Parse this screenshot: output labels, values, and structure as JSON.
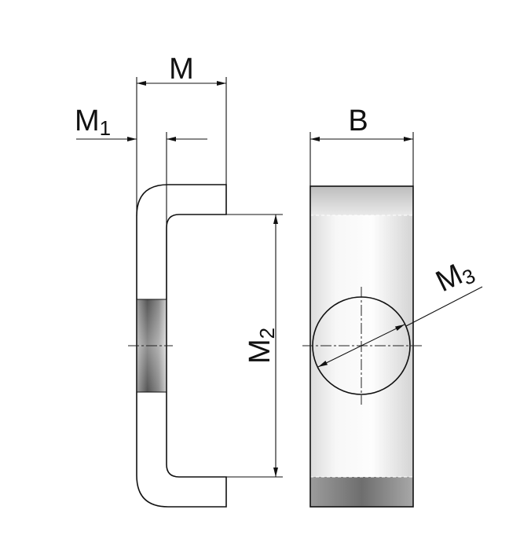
{
  "dimensions": {
    "m": "M",
    "m1_base": "M",
    "m1_sub": "1",
    "m2_base": "M",
    "m2_sub": "2",
    "m3_base": "M",
    "m3_sub": "3",
    "b": "B"
  },
  "colors": {
    "line": "#111111",
    "face_light": "#fafafa",
    "face_mid": "#d9d9d9",
    "face_dark": "#555555"
  }
}
